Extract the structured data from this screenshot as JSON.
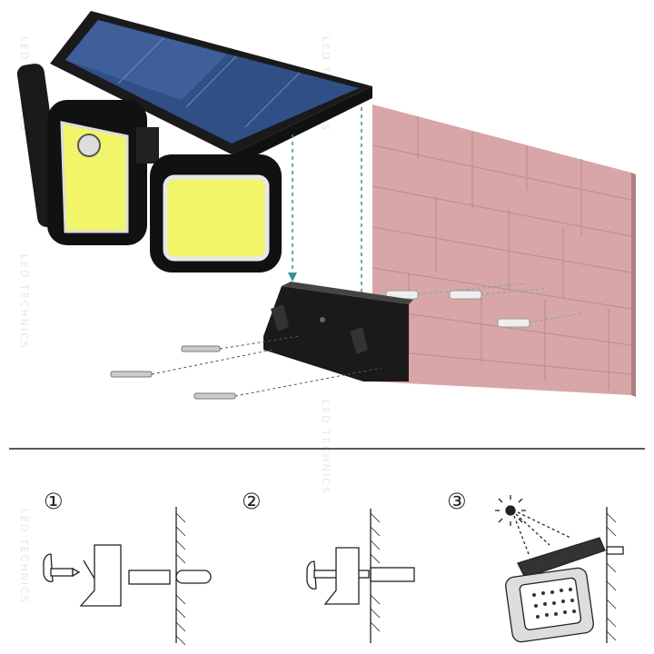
{
  "watermark": "LED TECHNICS",
  "steps": [
    {
      "label": "①"
    },
    {
      "label": "②"
    },
    {
      "label": "③"
    }
  ],
  "colors": {
    "wall": "#d9a6a8",
    "panel": "#2f4f86",
    "led": "#f2f56a",
    "guide_line": "#3a8f8f",
    "divider": "#222222"
  }
}
